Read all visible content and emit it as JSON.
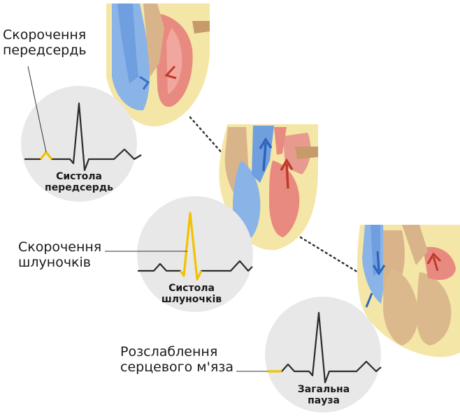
{
  "stages": [
    {
      "label_line1": "Скорочення",
      "label_line2": "передсердь",
      "ecg_caption_line1": "Систола",
      "ecg_caption_line2": "передсердь"
    },
    {
      "label_line1": "Скорочення",
      "label_line2": "шлуночків",
      "ecg_caption_line1": "Систола",
      "ecg_caption_line2": "шлуночків"
    },
    {
      "label_line1": "Розслаблення",
      "label_line2": "серцевого м'яза",
      "ecg_caption_line1": "Загальна",
      "ecg_caption_line2": "пауза"
    }
  ],
  "colors": {
    "circle_fill": "#e8e8e8",
    "ecg_line": "#2b2b2b",
    "ecg_highlight": "#f2c200",
    "blood_deoxygenated": "#8ab4e8",
    "blood_oxygenated": "#e88a80",
    "heart_wall": "#d9b48a",
    "heart_outline": "#f4e6a6"
  }
}
